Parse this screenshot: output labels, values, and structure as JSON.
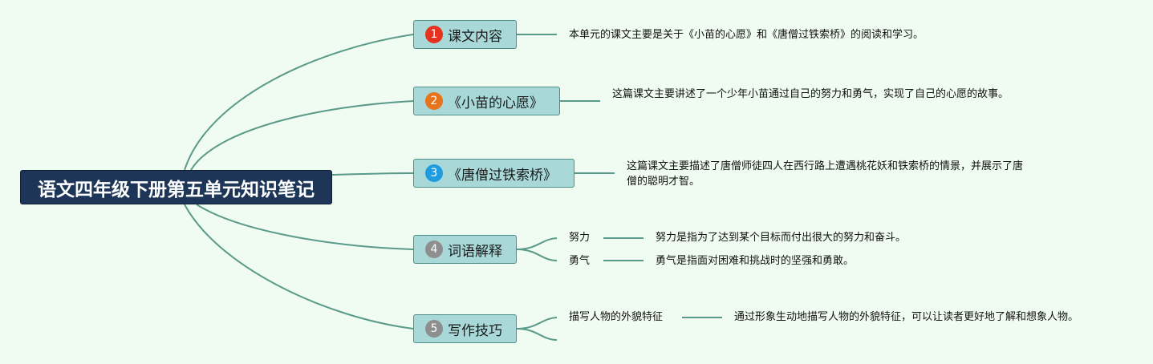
{
  "root": {
    "title": "语文四年级下册第五单元知识笔记"
  },
  "topics": [
    {
      "num": "1",
      "label": "课文内容",
      "badge_color": "#e53320",
      "note": "本单元的课文主要是关于《小苗的心愿》和《唐僧过铁索桥》的阅读和学习。"
    },
    {
      "num": "2",
      "label": "《小苗的心愿》",
      "badge_color": "#e8731a",
      "note": "这篇课文主要讲述了一个少年小苗通过自己的努力和勇气，实现了自己的心愿的故事。"
    },
    {
      "num": "3",
      "label": "《唐僧过铁索桥》",
      "badge_color": "#1e9ce0",
      "note": "这篇课文主要描述了唐僧师徒四人在西行路上遭遇桃花妖和铁索桥的情景，并展示了唐僧的聪明才智。"
    },
    {
      "num": "4",
      "label": "词语解释",
      "badge_color": "#8e8e8e",
      "items": [
        {
          "term": "努力",
          "desc": "努力是指为了达到某个目标而付出很大的努力和奋斗。"
        },
        {
          "term": "勇气",
          "desc": "勇气是指面对困难和挑战时的坚强和勇敢。"
        }
      ]
    },
    {
      "num": "5",
      "label": "写作技巧",
      "badge_color": "#8e8e8e",
      "items": [
        {
          "term": "描写人物的外貌特征",
          "desc": "通过形象生动地描写人物的外貌特征，可以让读者更好地了解和想象人物。"
        }
      ]
    }
  ],
  "colors": {
    "line": "#5a9a8a",
    "root_bg": "#1d3557",
    "topic_bg": "#a8d8d8"
  }
}
